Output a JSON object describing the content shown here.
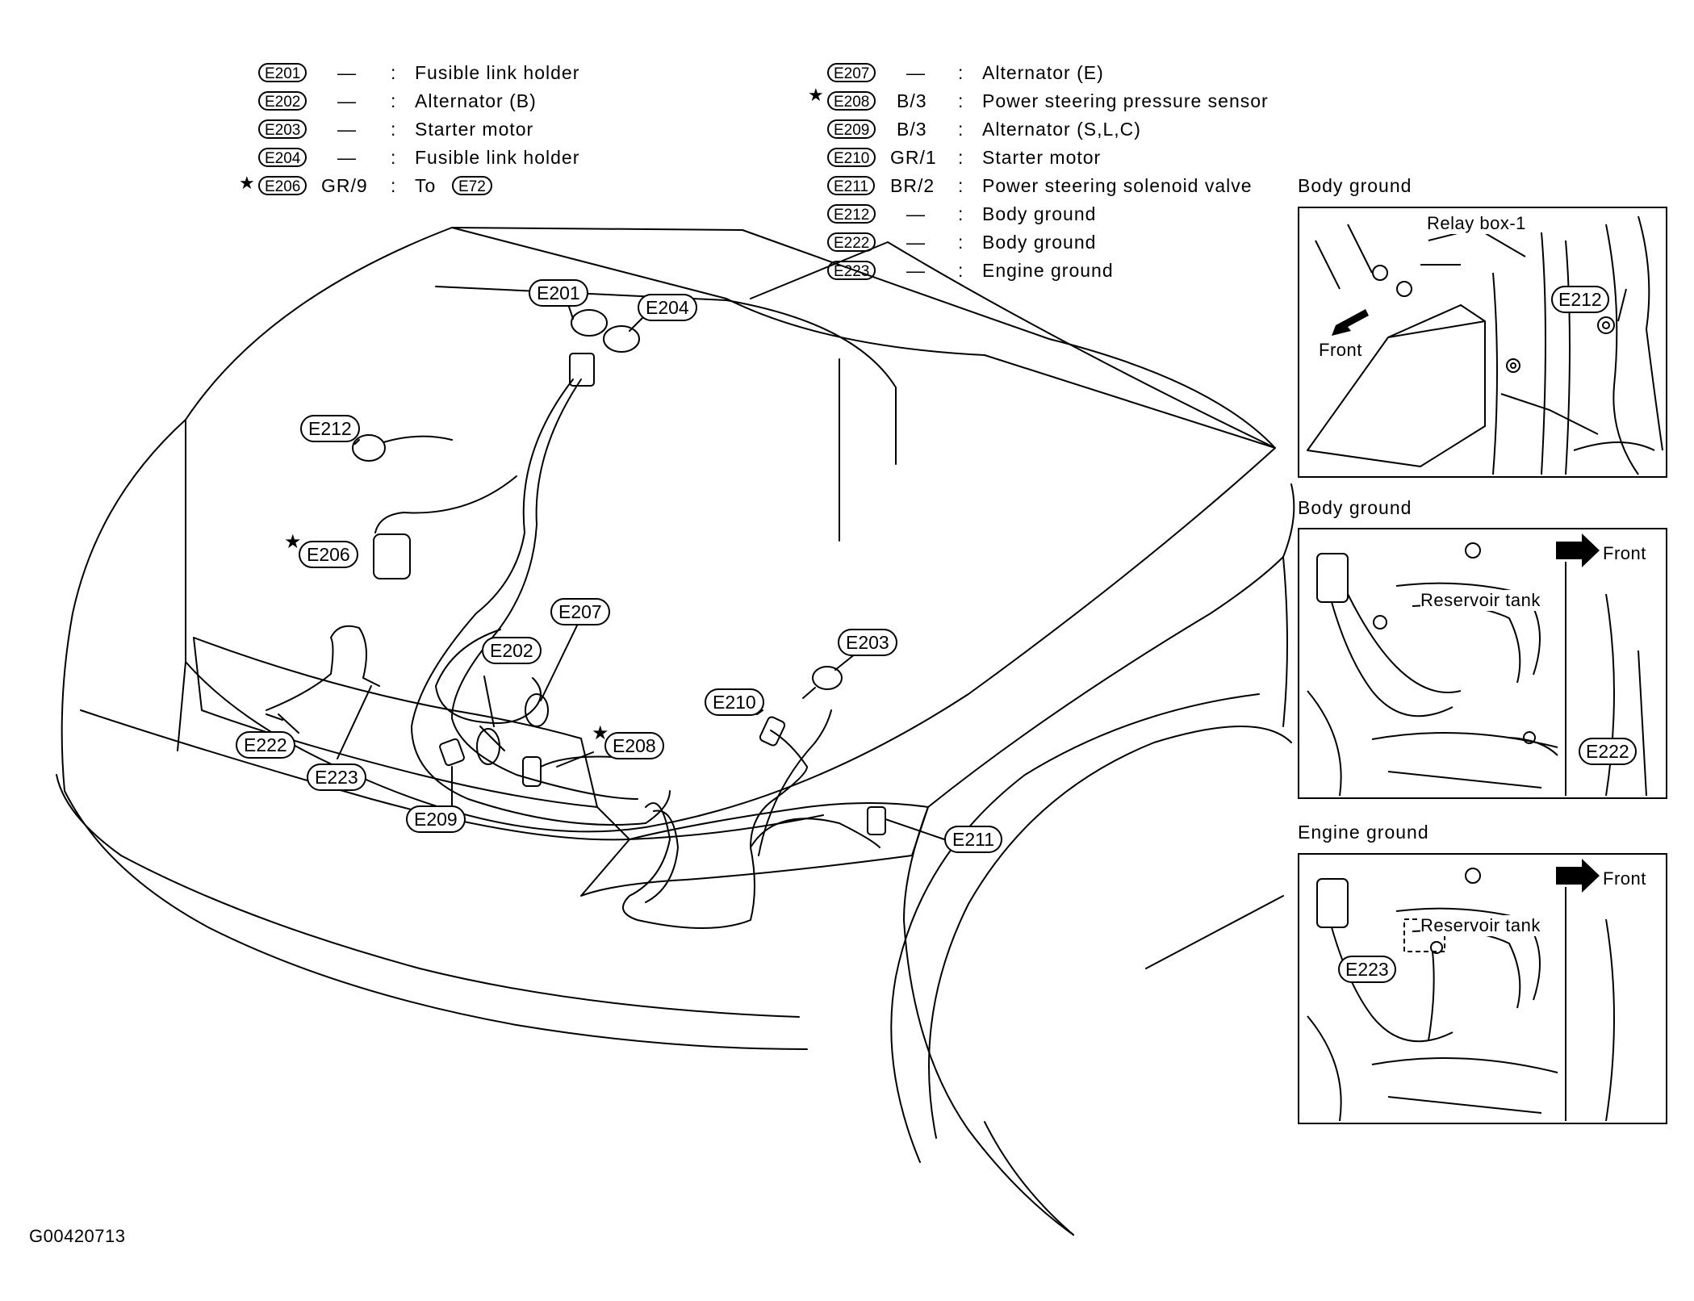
{
  "legend_left": [
    {
      "code": "E201",
      "color": "—",
      "sep": ":",
      "desc": "Fusible link holder",
      "star": false
    },
    {
      "code": "E202",
      "color": "—",
      "sep": ":",
      "desc": "Alternator (B)",
      "star": false
    },
    {
      "code": "E203",
      "color": "—",
      "sep": ":",
      "desc": "Starter motor",
      "star": false
    },
    {
      "code": "E204",
      "color": "—",
      "sep": ":",
      "desc": "Fusible link holder",
      "star": false
    },
    {
      "code": "E206",
      "color": "GR/9",
      "sep": ":",
      "desc": "To",
      "to_code": "E72",
      "star": true
    }
  ],
  "legend_right": [
    {
      "code": "E207",
      "color": "—",
      "sep": ":",
      "desc": "Alternator (E)",
      "star": false
    },
    {
      "code": "E208",
      "color": "B/3",
      "sep": ":",
      "desc": "Power steering pressure sensor",
      "star": true
    },
    {
      "code": "E209",
      "color": "B/3",
      "sep": ":",
      "desc": "Alternator (S,L,C)",
      "star": false
    },
    {
      "code": "E210",
      "color": "GR/1",
      "sep": ":",
      "desc": "Starter motor",
      "star": false
    },
    {
      "code": "E211",
      "color": "BR/2",
      "sep": ":",
      "desc": "Power steering solenoid valve",
      "star": false
    },
    {
      "code": "E212",
      "color": "—",
      "sep": ":",
      "desc": "Body ground",
      "star": false
    },
    {
      "code": "E222",
      "color": "—",
      "sep": ":",
      "desc": "Body ground",
      "star": false
    },
    {
      "code": "E223",
      "color": "—",
      "sep": ":",
      "desc": "Engine ground",
      "star": false
    }
  ],
  "star_symbol": "★",
  "callouts": {
    "e201": "E201",
    "e204": "E204",
    "e212": "E212",
    "e206": "E206",
    "e207": "E207",
    "e202": "E202",
    "e203": "E203",
    "e210": "E210",
    "e208": "E208",
    "e222": "E222",
    "e223": "E223",
    "e209": "E209",
    "e211": "E211"
  },
  "insets": [
    {
      "title": "Body ground",
      "labels": {
        "relay": "Relay box-1",
        "front": "Front",
        "connector": "E212"
      }
    },
    {
      "title": "Body ground",
      "labels": {
        "front": "Front",
        "tank": "Reservoir tank",
        "connector": "E222"
      }
    },
    {
      "title": "Engine ground",
      "labels": {
        "front": "Front",
        "tank": "Reservoir tank",
        "connector": "E223"
      }
    }
  ],
  "figure_id": "G00420713"
}
